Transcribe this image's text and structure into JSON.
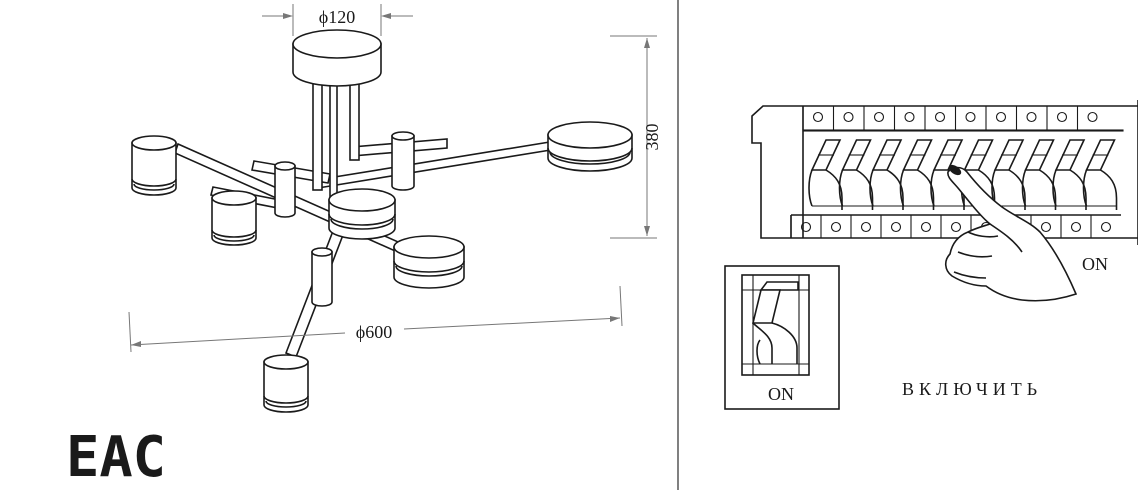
{
  "dimensions": {
    "canopy_diameter": "ϕ120",
    "height": "380",
    "span_diameter": "ϕ600"
  },
  "certification_mark": "EAC",
  "panel_switch": {
    "state_label": "ON"
  },
  "detail_switch": {
    "state_label": "ON"
  },
  "instruction": "ВКЛЮЧИТЬ",
  "colors": {
    "line": "#1a1a1a",
    "dimension_line": "#777777",
    "background": "#ffffff"
  }
}
